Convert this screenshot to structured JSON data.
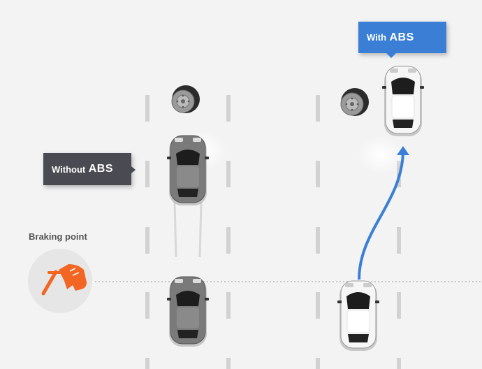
{
  "labels": {
    "without_prefix": "Without",
    "without_abs": "ABS",
    "with_prefix": "With",
    "with_abs": "ABS",
    "braking_point": "Braking point"
  },
  "colors": {
    "background": "#f3f3f3",
    "without_box": "#4a4b52",
    "with_box": "#3a7fd5",
    "path_arrow": "#3a7fd5",
    "pedal_orange": "#f26522",
    "car_gray": "#7c7c7c",
    "car_white": "#f5f5f5"
  },
  "icons": {
    "brake_pedal": "foot-pressing-pedal-icon",
    "wheel": "brake-disc-wheel-icon"
  }
}
